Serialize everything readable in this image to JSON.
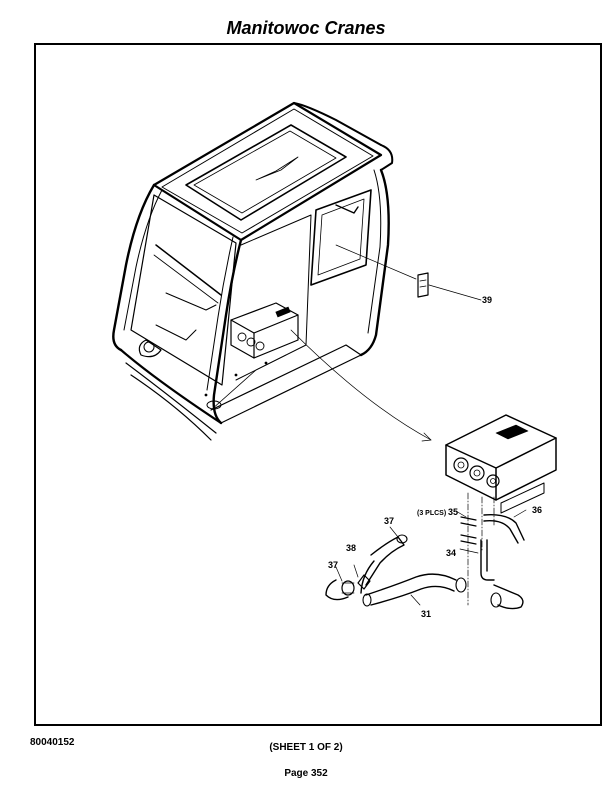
{
  "header": {
    "title": "Manitowoc Cranes"
  },
  "diagram": {
    "callouts": {
      "c39": "39",
      "c36": "36",
      "c35": "35",
      "c35_note": "(3 PLCS)",
      "c37_top": "37",
      "c37_left": "37",
      "c38": "38",
      "c34": "34",
      "c31": "31"
    }
  },
  "footer": {
    "doc_number": "80040152",
    "sheet": "(SHEET 1 OF 2)",
    "page": "Page 352"
  }
}
